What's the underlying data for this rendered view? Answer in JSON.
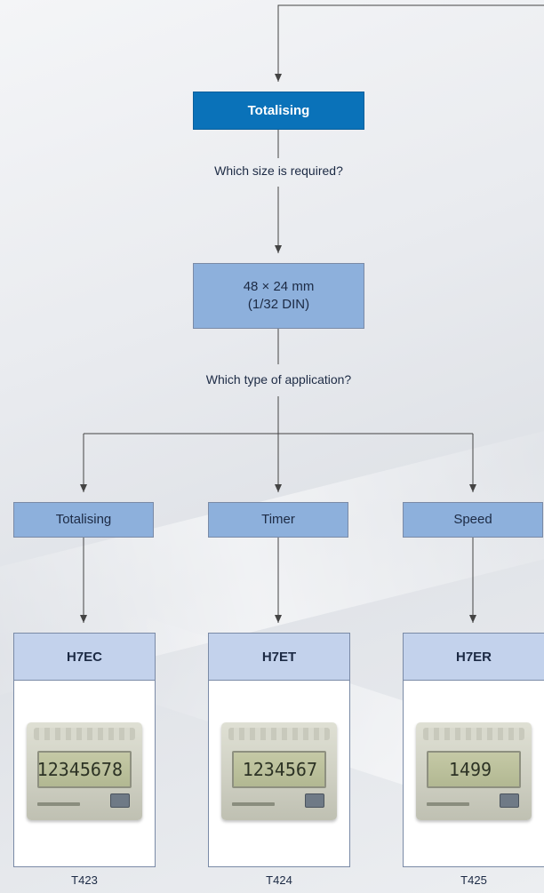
{
  "root": {
    "label": "Totalising"
  },
  "question_size": "Which size is required?",
  "size_box": {
    "line1": "48 × 24 mm",
    "line2": "(1/32 DIN)"
  },
  "question_application": "Which type of application?",
  "categories": [
    {
      "label": "Totalising"
    },
    {
      "label": "Timer"
    },
    {
      "label": "Speed"
    }
  ],
  "products": [
    {
      "model": "H7EC",
      "display": "12345678",
      "code": "T423"
    },
    {
      "model": "H7ET",
      "display": "1234567",
      "code": "T424"
    },
    {
      "model": "H7ER",
      "display": "1499",
      "code": "T425"
    }
  ],
  "colors": {
    "root_fill": "#0a72b9",
    "box_fill": "#8db0dc",
    "card_head_fill": "#c3d2ec",
    "line": "#444444"
  }
}
